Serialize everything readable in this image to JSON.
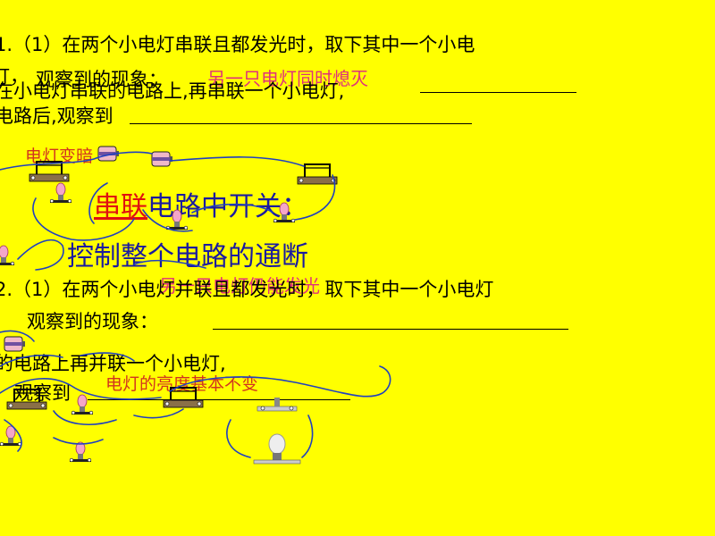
{
  "q1": {
    "line1": "1.（1）在两个小电灯串联且都发光时，取下其中一个小电",
    "line2_a": "灯，",
    "line2_b": "观察到的现象：",
    "answer1": "另一只电灯同时熄灭",
    "line3": "在小电灯串联的电路上,再串联一个小电灯,",
    "line4": "电路后,观察到",
    "answer2": "电灯变暗"
  },
  "summary": {
    "red_word": "串联",
    "rest": "电路中开关：",
    "line2": "控制整个电路的通断"
  },
  "q2": {
    "line1": "2.（1）在两个小电灯并联且都发光时，取下其中一个小电灯",
    "line2": "观察到的现象：",
    "answer1": "另一只电灯仍能发光",
    "line3": "的电路上再并联一个小电灯,",
    "line4": "观察到",
    "answer2": "电灯的亮度基本不变"
  }
}
